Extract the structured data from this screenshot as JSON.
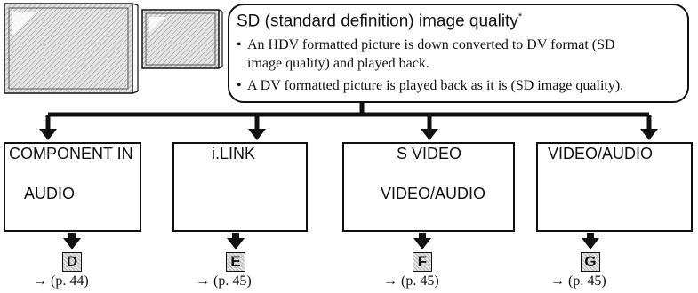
{
  "header": {
    "title": "SD (standard definition) image quality*",
    "bullets": [
      "An HDV formatted picture is down converted to DV format (SD image quality) and played back.",
      "A DV formatted picture is played back as it is (SD image quality)."
    ]
  },
  "outputs": [
    {
      "label": "COMPONENT IN",
      "sub_label": "AUDIO",
      "letter": "D",
      "page_ref": "→ (p. 44)"
    },
    {
      "label": "i.LINK",
      "letter": "E",
      "page_ref": "→ (p. 45)"
    },
    {
      "label": "S VIDEO",
      "sub_label": "VIDEO/AUDIO",
      "letter": "F",
      "page_ref": "→ (p. 45)"
    },
    {
      "label": "VIDEO/AUDIO",
      "letter": "G",
      "page_ref": "→ (p. 45)"
    }
  ],
  "colors": {
    "line": "#111111",
    "box_border": "#111111"
  },
  "icons": [
    "tv-screen-icon",
    "component-jack-icon",
    "audio-jack-icon",
    "ilink-port-icon",
    "s-video-jack-icon",
    "composite-jack-icon"
  ]
}
